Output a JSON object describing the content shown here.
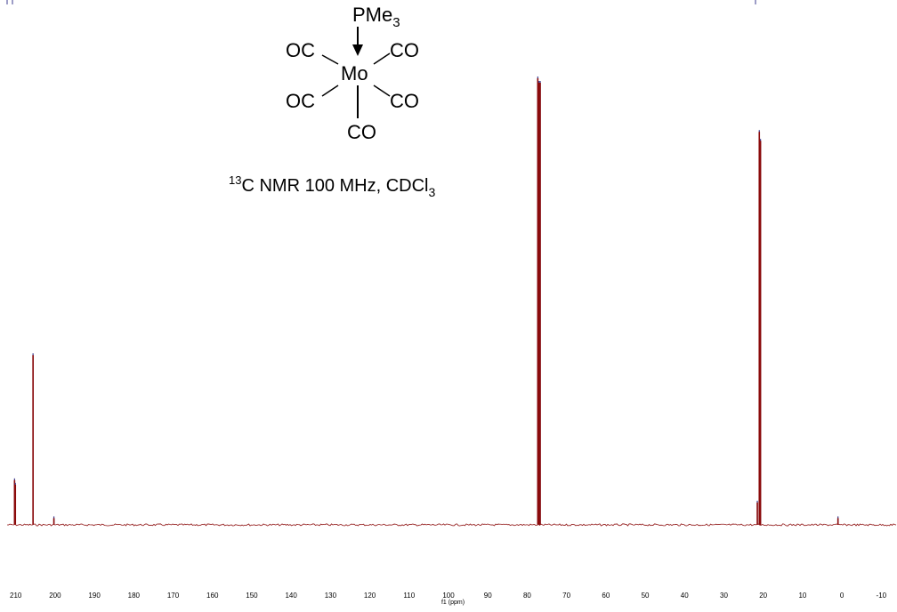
{
  "molecule": {
    "ligand_top": "PMe",
    "ligand_top_sub": "3",
    "metal": "Mo",
    "ligand_upper_left": "OC",
    "ligand_upper_right": "CO",
    "ligand_lower_left": "OC",
    "ligand_lower_right": "CO",
    "ligand_bottom": "CO"
  },
  "nmr_label": {
    "superscript": "13",
    "main": "C NMR 100 MHz, CDCl",
    "subscript": "3"
  },
  "chart_data": {
    "type": "line",
    "xlabel": "f1 (ppm)",
    "xlim": [
      214,
      -14
    ],
    "x_reversed": true,
    "ylim": [
      0,
      1
    ],
    "ticks": [
      210,
      200,
      190,
      180,
      170,
      160,
      150,
      140,
      130,
      120,
      110,
      100,
      90,
      80,
      70,
      60,
      50,
      40,
      30,
      20,
      10,
      0,
      -10
    ],
    "grid": false,
    "colors": {
      "spectrum": "#8b0a0a",
      "overlay": "#3b3b8f"
    },
    "peaks": [
      {
        "ppm": 210.3,
        "intensity": 0.1
      },
      {
        "ppm": 210.1,
        "intensity": 0.09
      },
      {
        "ppm": 205.6,
        "intensity": 0.38
      },
      {
        "ppm": 200.3,
        "intensity": 0.015
      },
      {
        "ppm": 77.3,
        "intensity": 1.0
      },
      {
        "ppm": 77.0,
        "intensity": 0.99
      },
      {
        "ppm": 76.7,
        "intensity": 0.99
      },
      {
        "ppm": 21.5,
        "intensity": 0.05
      },
      {
        "ppm": 21.0,
        "intensity": 0.88
      },
      {
        "ppm": 20.7,
        "intensity": 0.86
      },
      {
        "ppm": 1.0,
        "intensity": 0.015
      }
    ]
  }
}
